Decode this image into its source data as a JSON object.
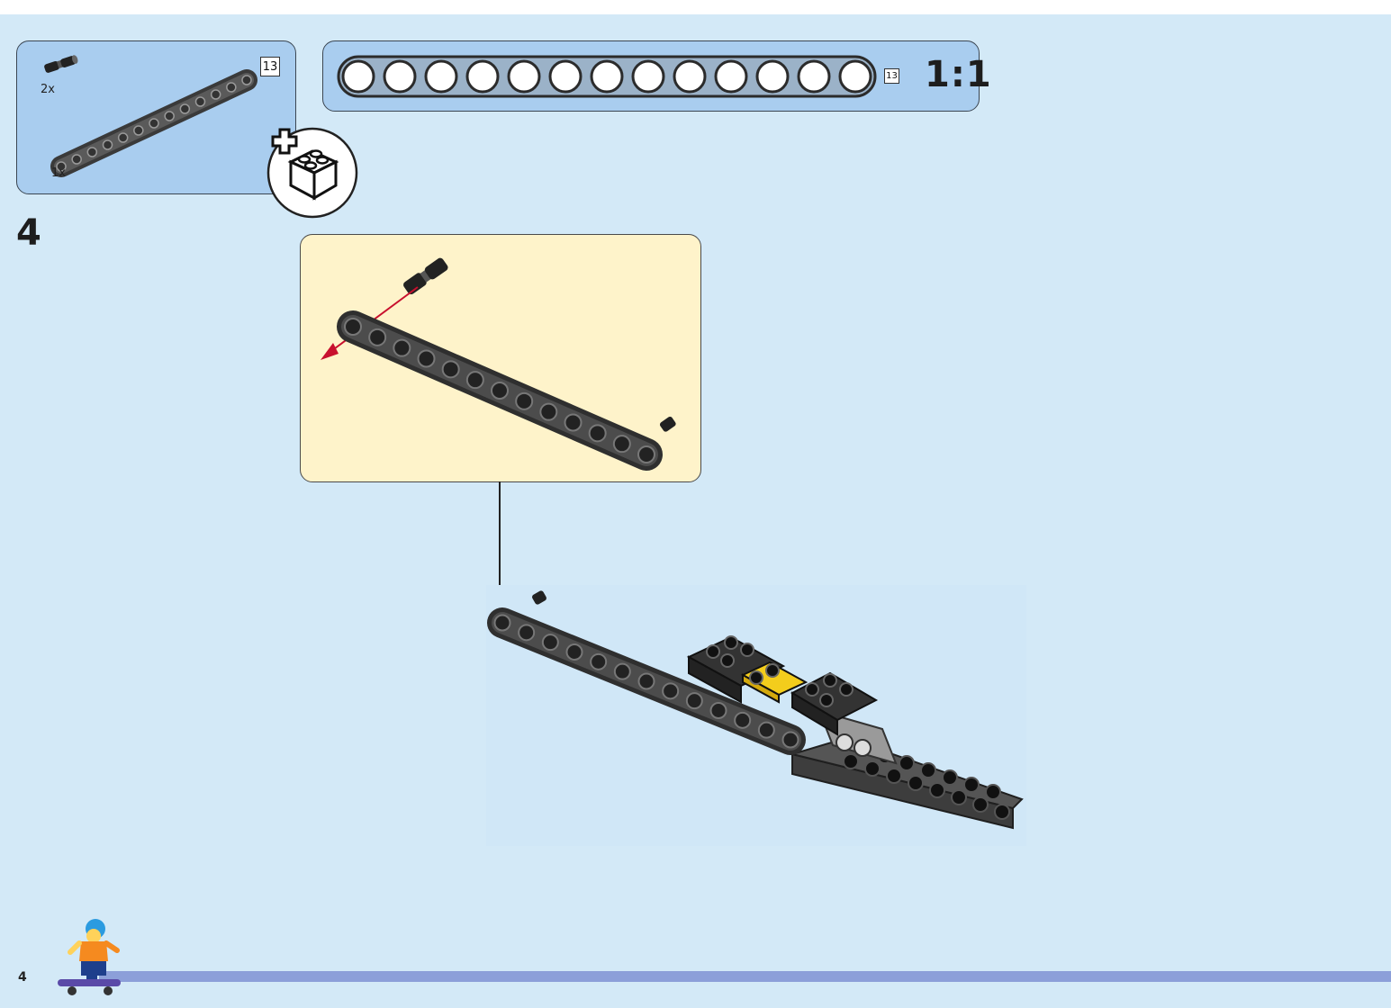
{
  "parts_list": {
    "items": [
      {
        "icon": "pin-with-friction-icon",
        "quantity": "2x"
      },
      {
        "icon": "technic-beam-13-icon",
        "quantity": "1x"
      }
    ],
    "beam_length": "13"
  },
  "ruler": {
    "holes": 13,
    "length_badge": "13",
    "scale_label": "1:1"
  },
  "step": {
    "number": "4"
  },
  "page": {
    "number": "4"
  },
  "colors": {
    "page_background": "#d3e9f7",
    "parts_panel": "#a9cdef",
    "callout_panel": "#fef3ca",
    "footer_bar": "#8c9fd9",
    "beam": "#4a4a4a",
    "yellow_plate": "#f3cd1c",
    "direction_arrow": "#c8102e"
  }
}
